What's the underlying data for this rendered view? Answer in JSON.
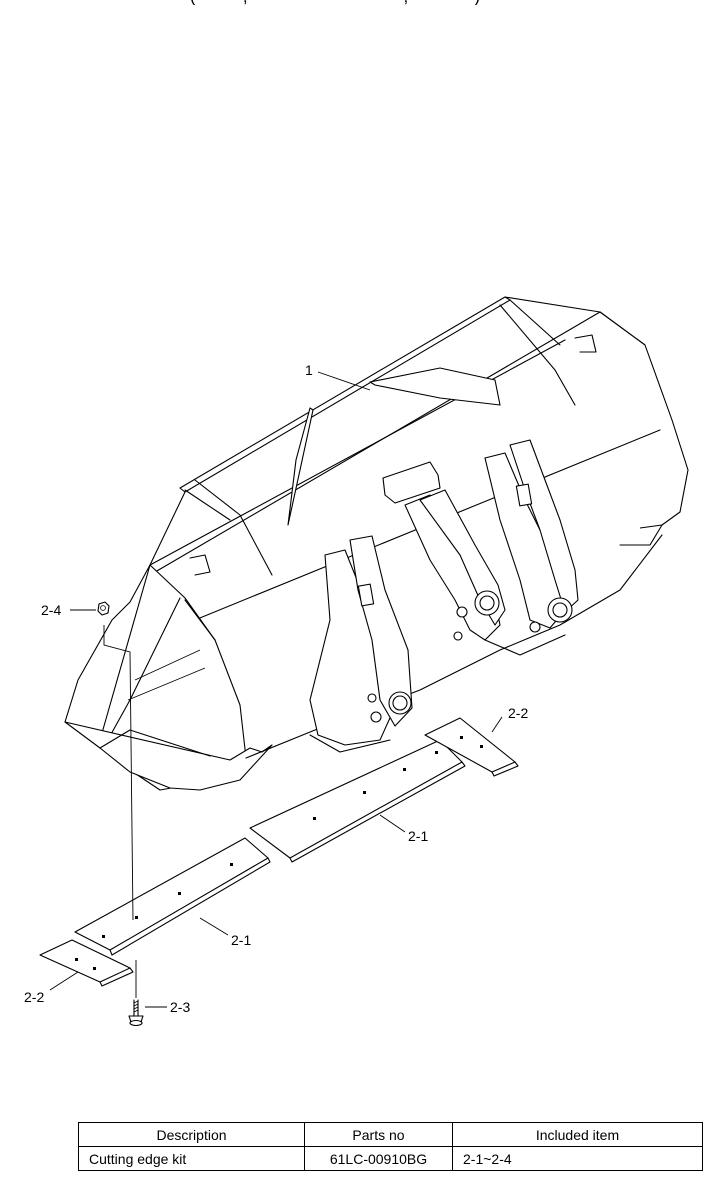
{
  "header_fragment": "(          ,                                 ,              )",
  "callouts": {
    "bucket": "1",
    "edge_right": "2-1",
    "edge_left": "2-1",
    "corner_right": "2-2",
    "corner_left": "2-2",
    "bolt": "2-3",
    "nut": "2-4"
  },
  "table": {
    "headers": [
      "Description",
      "Parts no",
      "Included item"
    ],
    "rows": [
      [
        "Cutting edge kit",
        "61LC-00910BG",
        "2-1~2-4"
      ]
    ]
  }
}
